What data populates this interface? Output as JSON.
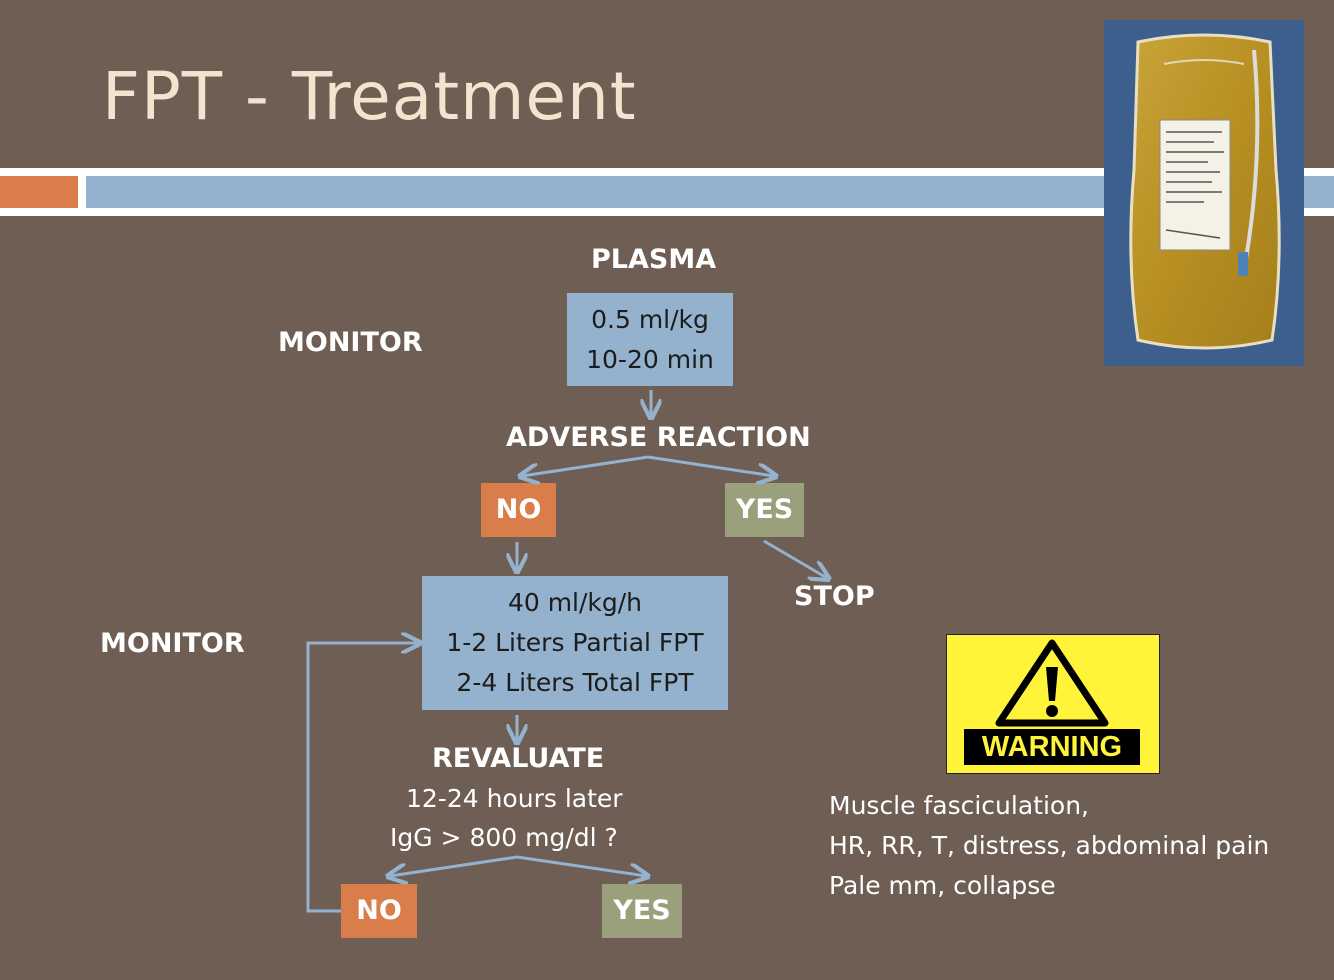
{
  "slide": {
    "title": "FPT - Treatment"
  },
  "flow": {
    "plasma_label": "PLASMA",
    "monitor_top": "MONITOR",
    "monitor_bottom": "MONITOR",
    "dose_box": [
      "0.5 ml/kg",
      "10-20 min"
    ],
    "adverse_reaction": "ADVERSE REACTION",
    "no_1": "NO",
    "yes_1": "YES",
    "stop": "STOP",
    "rate_box": [
      "40 ml/kg/h",
      "1-2 Liters Partial FPT",
      "2-4 Liters Total FPT"
    ],
    "revaluate": "REVALUATE",
    "revaluate_lines": [
      "12-24 hours later",
      "IgG > 800 mg/dl ?"
    ],
    "no_2": "NO",
    "yes_2": "YES"
  },
  "warning": {
    "sign_text": "WARNING",
    "symptoms": [
      "Muscle fasciculation,",
      "HR, RR, T, distress, abdominal pain",
      "Pale mm, collapse"
    ]
  },
  "colors": {
    "background": "#6f5e53",
    "title": "#f0e6cf",
    "accent_orange": "#d97e4a",
    "accent_blue": "#94b1cd",
    "accent_green": "#9aa07b",
    "warning_yellow": "#fff43a"
  },
  "icons": {
    "plasma_bag": "plasma-bag-photo",
    "warning": "warning-triangle-icon"
  }
}
